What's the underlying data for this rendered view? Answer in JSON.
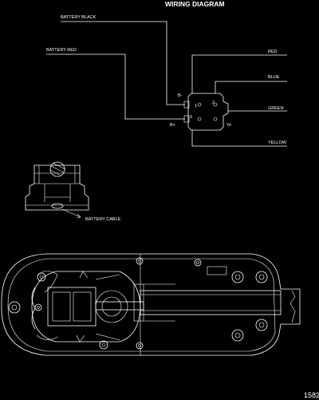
{
  "title": "WIRING DIAGRAM",
  "labels": {
    "battery_black": "BATTERY BLACK",
    "battery_red": "BATTERY RED",
    "red": "RED",
    "blue": "BLUE",
    "green": "GREEN",
    "yellow": "YELLOW",
    "b_minus": "B-",
    "b_plus": "B+",
    "n_minus": "N-",
    "pin1": "1",
    "pin2": "2",
    "pin3": "3",
    "battery_cable": "BATTERY CABLE"
  },
  "figure_code": "1582"
}
